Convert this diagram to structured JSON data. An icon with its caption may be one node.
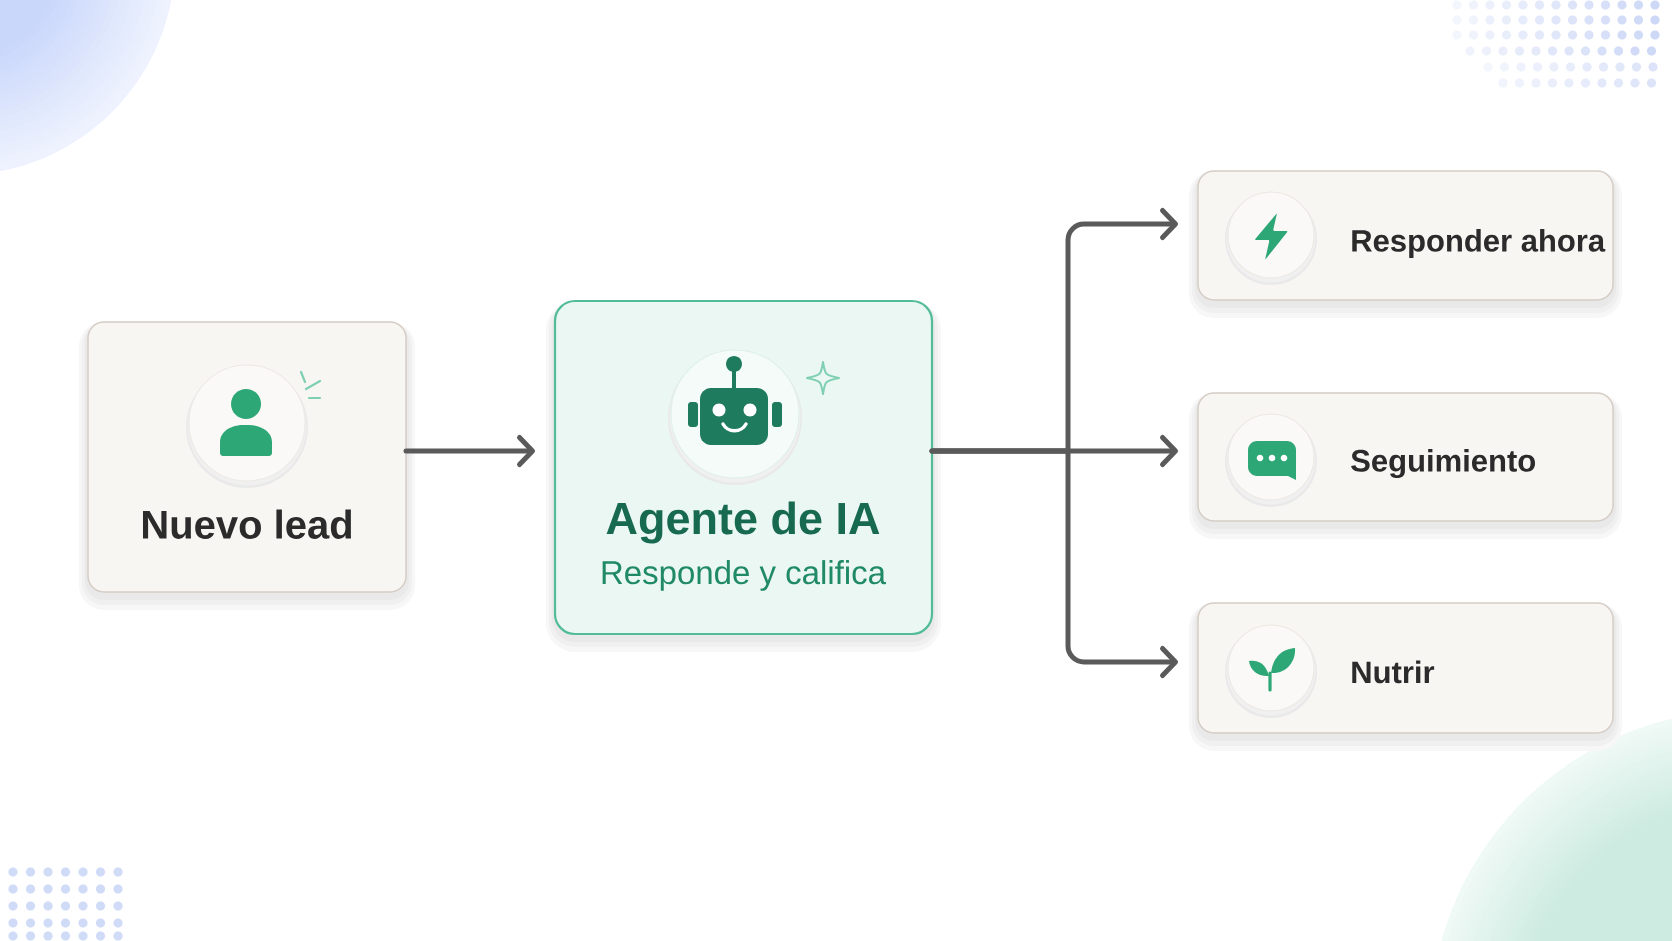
{
  "diagram": {
    "nodes": [
      {
        "text": [
          "Nuevo lead"
        ]
      },
      {
        "text": [
          "Agente de IA",
          "Responde y califica"
        ]
      },
      {
        "text": [
          "Responder ahora"
        ]
      },
      {
        "text": [
          "Seguimiento"
        ]
      },
      {
        "text": [
          "Nutrir"
        ]
      }
    ],
    "edges": [
      {
        "from": 0,
        "to": 1,
        "arrow": "to"
      },
      {
        "from": 1,
        "to": 2,
        "arrow": "to"
      },
      {
        "from": 1,
        "to": 3,
        "arrow": "to"
      },
      {
        "from": 1,
        "to": 4,
        "arrow": "to"
      }
    ]
  }
}
